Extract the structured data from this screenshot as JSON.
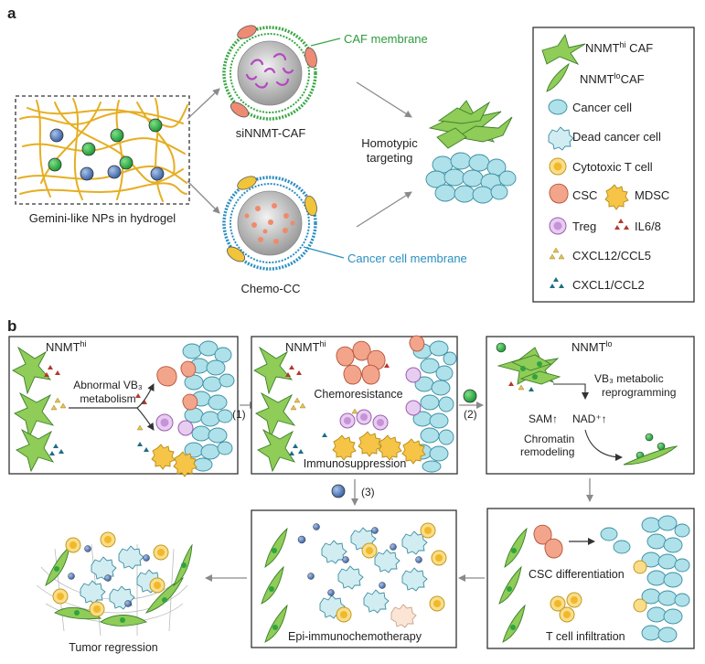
{
  "panel_a": {
    "letter": "a",
    "hydrogel_label": "Gemini-like NPs in hydrogel",
    "caf_membrane_label": "CAF membrane",
    "sinnmt_caf_label": "siNNMT-CAF",
    "cancer_membrane_label": "Cancer cell membrane",
    "chemo_cc_label": "Chemo-CC",
    "homotypic_line1": "Homotypic",
    "homotypic_line2": "targeting",
    "colors": {
      "caf_green": "#3aa845",
      "cancer_blue": "#2b8fc0",
      "gold": "#e8b82a"
    }
  },
  "legend": {
    "nnmt_hi_base": "NNMT",
    "nnmt_hi_sup": "hi",
    "nnmt_hi_suffix": " CAF",
    "nnmt_lo_base": "NNMT",
    "nnmt_lo_sup": "lo",
    "nnmt_lo_suffix": "CAF",
    "cancer_cell": "Cancer cell",
    "dead_cancer_cell": "Dead cancer cell",
    "cytotoxic_t_cell": "Cytotoxic T cell",
    "csc": "CSC",
    "mdsc": "MDSC",
    "treg": "Treg",
    "il6_8": "IL6/8",
    "cxcl12_ccl5": "CXCL12/CCL5",
    "cxcl1_ccl2": "CXCL1/CCL2"
  },
  "panel_b": {
    "letter": "b",
    "box1": {
      "nnmt_base": "NNMT",
      "nnmt_sup": "hi",
      "abnormal_line1": "Abnormal VB₃",
      "abnormal_line2": "metabolism"
    },
    "step1": "(1)",
    "box2": {
      "nnmt_base": "NNMT",
      "nnmt_sup": "hi",
      "chemoresistance": "Chemoresistance",
      "immunosuppression": "Immunosuppression"
    },
    "step2": "(2)",
    "box3": {
      "nnmt_base": "NNMT",
      "nnmt_sup": "lo",
      "vb3_line1": "VB₃ metabolic",
      "vb3_line2": "reprogramming",
      "sam": "SAM↑",
      "nad": "NAD⁺↑",
      "chromatin_line1": "Chromatin",
      "chromatin_line2": "remodeling"
    },
    "step3": "(3)",
    "box4": {
      "csc_diff": "CSC differentiation",
      "t_infiltration": "T cell infiltration"
    },
    "box5": {
      "label": "Epi-immunochemotherapy"
    },
    "tumor_regression": "Tumor regression"
  }
}
